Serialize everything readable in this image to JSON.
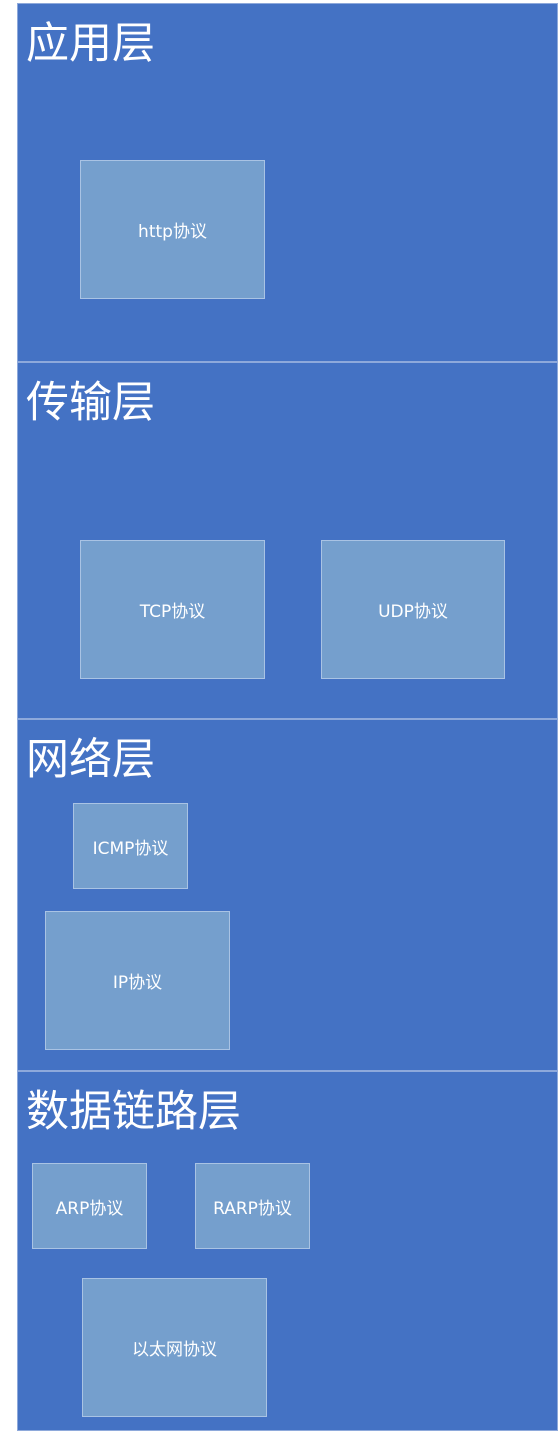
{
  "colors": {
    "layer_fill": "#4472c4",
    "layer_border": "#8ea9db",
    "protocol_fill": "#759fcd",
    "protocol_border": "#a9c3e4",
    "text": "#ffffff"
  },
  "layers": [
    {
      "title": "应用层",
      "protocols": [
        "http协议"
      ]
    },
    {
      "title": "传输层",
      "protocols": [
        "TCP协议",
        "UDP协议"
      ]
    },
    {
      "title": "网络层",
      "protocols": [
        "ICMP协议",
        "IP协议"
      ]
    },
    {
      "title": "数据链路层",
      "protocols": [
        "ARP协议",
        "RARP协议",
        "以太网协议"
      ]
    }
  ]
}
